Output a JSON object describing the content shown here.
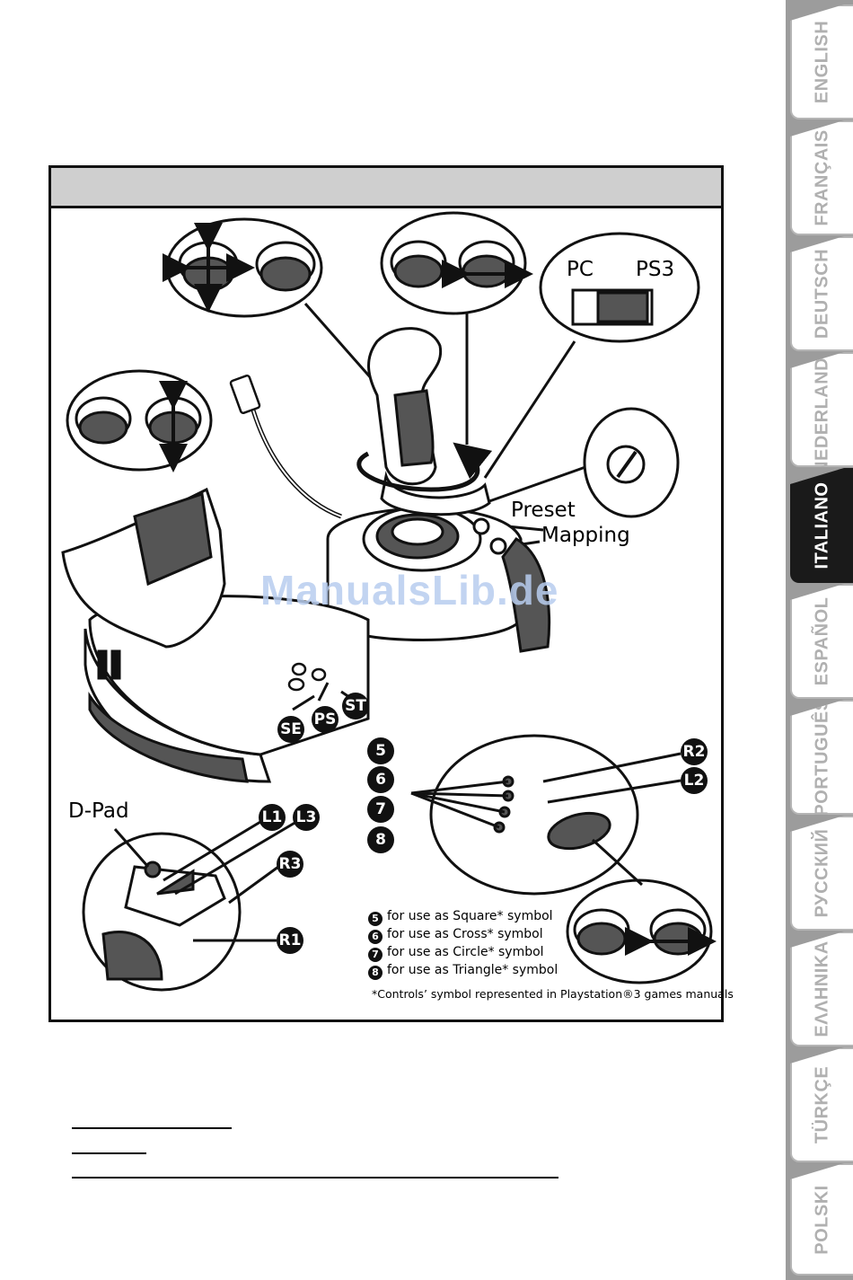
{
  "watermark": "ManualsLib.de",
  "labels": {
    "pc": "PC",
    "ps3": "PS3",
    "preset": "Preset",
    "mapping": "Mapping",
    "dpad": "D-Pad"
  },
  "badges": {
    "se": "SE",
    "ps": "PS",
    "st": "ST",
    "l1": "L1",
    "l3": "L3",
    "r3": "R3",
    "r1": "R1",
    "r2": "R2",
    "l2": "L2",
    "b5": "5",
    "b6": "6",
    "b7": "7",
    "b8": "8"
  },
  "notes": [
    {
      "num": "5",
      "text": "for use as Square* symbol"
    },
    {
      "num": "6",
      "text": "for use as Cross* symbol"
    },
    {
      "num": "7",
      "text": "for use as Circle* symbol"
    },
    {
      "num": "8",
      "text": "for use as Triangle* symbol"
    }
  ],
  "footnote": "*Controls’ symbol represented in Playstation®3 games manuals",
  "language_tabs": [
    {
      "label": "ENGLISH",
      "active": false
    },
    {
      "label": "FRANÇAIS",
      "active": false
    },
    {
      "label": "DEUTSCH",
      "active": false
    },
    {
      "label": "NEDERLANDS",
      "active": false
    },
    {
      "label": "ITALIANO",
      "active": true
    },
    {
      "label": "ESPAÑOL",
      "active": false
    },
    {
      "label": "PORTUGUÊS",
      "active": false
    },
    {
      "label": "РУССКИЙ",
      "active": false
    },
    {
      "label": "ΕΛΛΗΝΙΚΑ",
      "active": false
    },
    {
      "label": "TÜRKÇE",
      "active": false
    },
    {
      "label": "POLSKI",
      "active": false
    }
  ],
  "colors": {
    "ink": "#111111",
    "dark_fill": "#555555",
    "header_gray": "#cfcfcf",
    "tab_gray": "#b0b0b0",
    "tab_active": "#1a1a1a",
    "watermark": "#b8cdef"
  }
}
